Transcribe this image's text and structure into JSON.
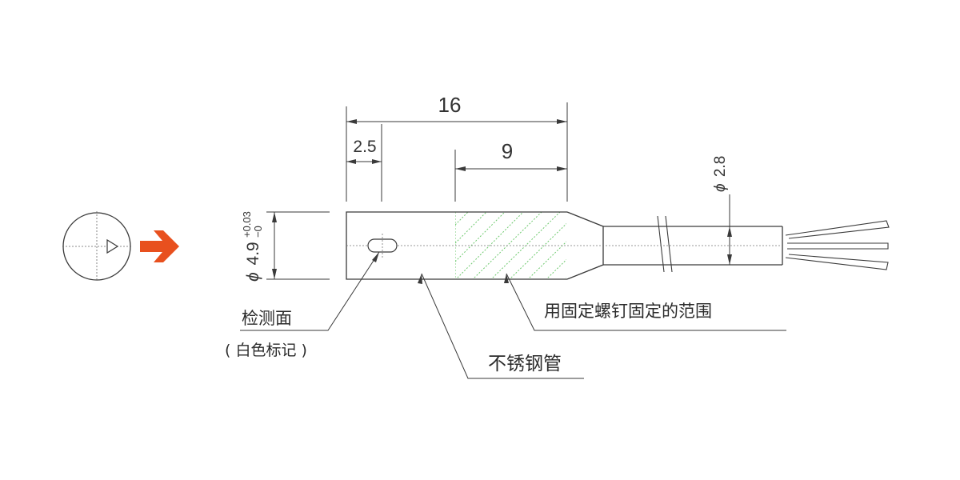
{
  "dimensions": {
    "total_length": "16",
    "sensing_offset": "2.5",
    "fixing_length": "9",
    "cable_diameter_symbol": "ϕ",
    "cable_diameter_value": "2.8",
    "body_diameter_symbol": "ϕ",
    "body_diameter_value": "4.9",
    "body_tolerance_upper": "+0.03",
    "body_tolerance_lower": "−0"
  },
  "callouts": {
    "sensing_face": "检测面",
    "sensing_face_note": "( 白色标记 )",
    "stainless_tube": "不锈钢管",
    "fixing_range": "用固定螺钉固定的范围"
  },
  "colors": {
    "line": "#3a3a3a",
    "hatch": "#6fc96f",
    "arrow": "#e8501e",
    "text": "#333333"
  },
  "icons": {
    "end_view": "end-view-circle-icon",
    "direction": "orange-arrow-icon"
  }
}
